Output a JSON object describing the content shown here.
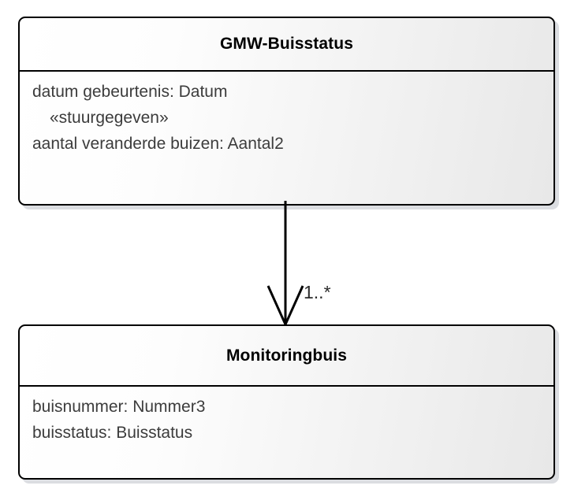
{
  "diagram": {
    "type": "uml-class-diagram",
    "background_color": "#ffffff",
    "classes": [
      {
        "id": "gmw-buisstatus",
        "name": "GMW-Buisstatus",
        "attributes": [
          {
            "text": "datum gebeurtenis: Datum",
            "stereotype": false
          },
          {
            "text": "«stuurgegeven»",
            "stereotype": true
          },
          {
            "text": "aantal veranderde buizen: Aantal2",
            "stereotype": false
          }
        ]
      },
      {
        "id": "monitoringbuis",
        "name": "Monitoringbuis",
        "attributes": [
          {
            "text": "buisnummer: Nummer3",
            "stereotype": false
          },
          {
            "text": "buisstatus: Buisstatus",
            "stereotype": false
          }
        ]
      }
    ],
    "association": {
      "from": "GMW-Buisstatus",
      "to": "Monitoringbuis",
      "arrow": "open-arrowhead",
      "multiplicity": "1..*",
      "line_color": "#000000"
    }
  }
}
